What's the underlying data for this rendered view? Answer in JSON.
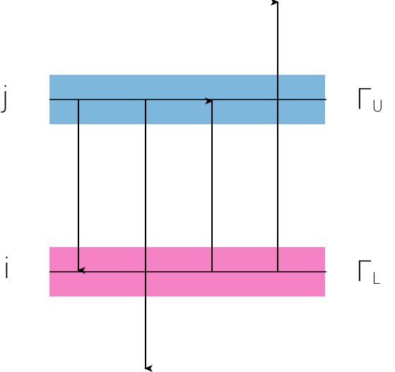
{
  "levels": {
    "upper": {
      "label": "j",
      "gamma": "Γ",
      "gamma_sub": "U",
      "band_color": "#7eb7dc"
    },
    "lower": {
      "label": "i",
      "gamma": "Γ",
      "gamma_sub": "L",
      "band_color": "#f582c5"
    }
  },
  "transitions": [
    {
      "name": "emission-j-to-i",
      "from": "upper",
      "to": "lower",
      "direction": "down"
    },
    {
      "name": "decay-from-j",
      "from": "upper",
      "to": "below",
      "direction": "down"
    },
    {
      "name": "absorption-i-to-j",
      "from": "lower",
      "to": "upper",
      "direction": "up"
    },
    {
      "name": "ionization-from-i",
      "from": "lower",
      "to": "above",
      "direction": "up"
    }
  ]
}
